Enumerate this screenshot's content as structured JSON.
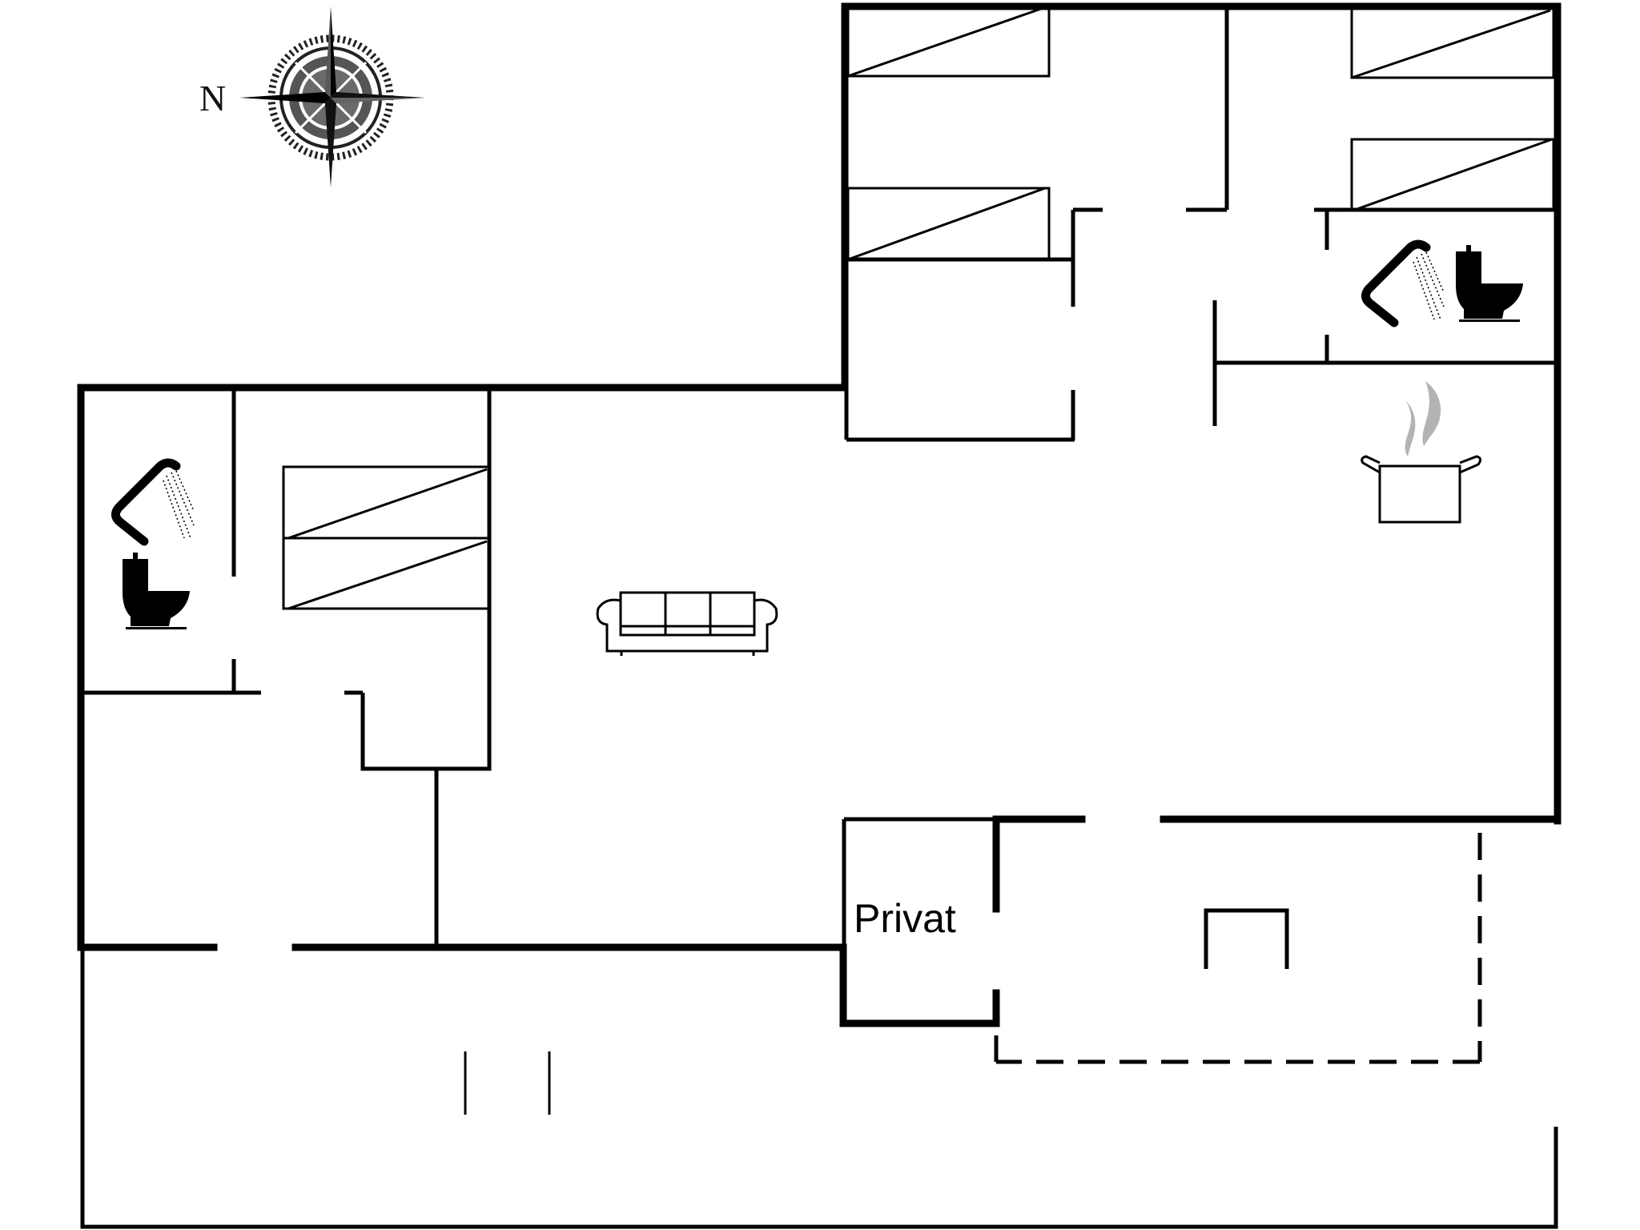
{
  "floorplan": {
    "compass": {
      "label": "N",
      "icon": "compass-rose-icon"
    },
    "rooms": [
      {
        "id": "bedroom-north-1",
        "type": "bedroom",
        "beds": 2
      },
      {
        "id": "bedroom-north-2",
        "type": "bedroom",
        "beds": 2
      },
      {
        "id": "bathroom-east",
        "type": "bathroom",
        "icons": [
          "shower-icon",
          "toilet-icon"
        ]
      },
      {
        "id": "kitchen",
        "type": "kitchen",
        "icons": [
          "cooking-pot-icon"
        ]
      },
      {
        "id": "living-room",
        "type": "living",
        "icons": [
          "sofa-icon"
        ]
      },
      {
        "id": "bathroom-west",
        "type": "bathroom",
        "icons": [
          "shower-icon",
          "toilet-icon"
        ]
      },
      {
        "id": "bedroom-west",
        "type": "bedroom",
        "beds": 2
      },
      {
        "id": "privat",
        "type": "private",
        "label": "Privat"
      },
      {
        "id": "covered-terrace",
        "type": "terrace"
      },
      {
        "id": "terrace-south",
        "type": "terrace"
      }
    ],
    "labels": {
      "privat": "Privat"
    },
    "colors": {
      "wall": "#000000",
      "steam": "#b3b3b3",
      "background": "#ffffff"
    }
  }
}
